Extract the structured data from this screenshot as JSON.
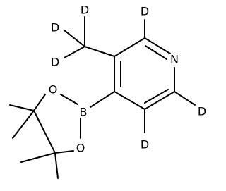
{
  "atoms": {
    "n1": "N",
    "d_c2": "D",
    "d_c3": "D",
    "d_c6": "D",
    "d_ch3_top": "D",
    "d_ch3_left": "D",
    "d_ch3_bottom": "D",
    "b": "B",
    "o_upper": "O",
    "o_lower": "O"
  },
  "colors": {
    "bond": "#000000",
    "label": "#000000",
    "background": "#ffffff"
  }
}
